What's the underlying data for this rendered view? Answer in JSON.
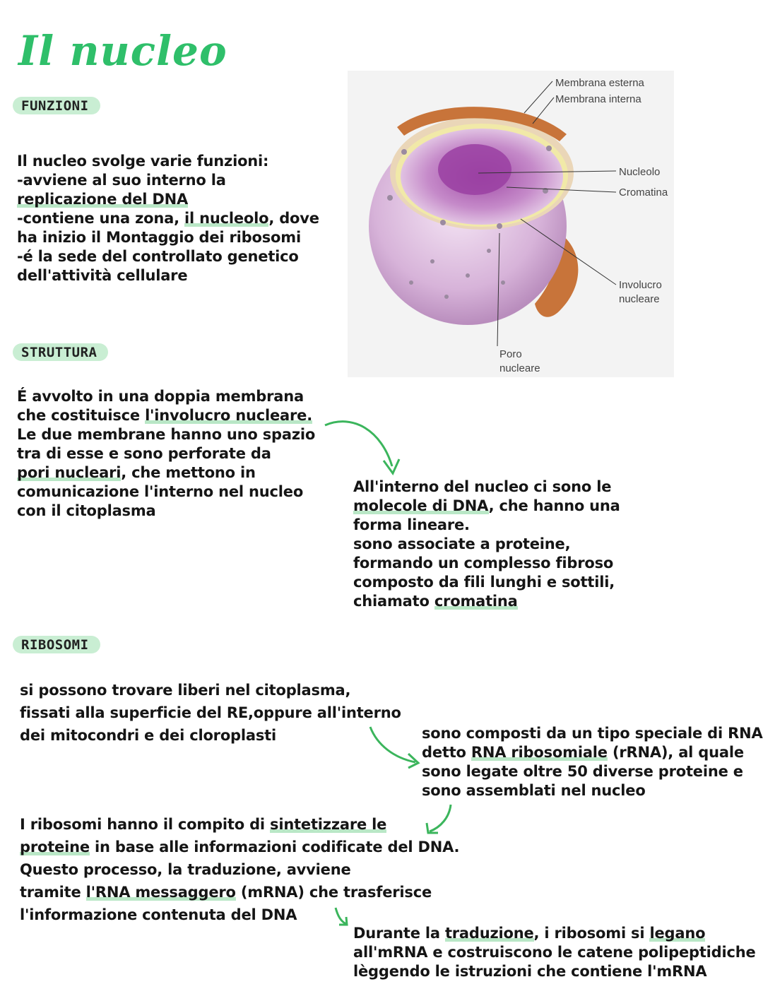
{
  "title": "Il nucleo",
  "sections": {
    "funzioni": "FUNZIONI",
    "struttura": "STRUTTURA",
    "ribosomi": "RIBOSOMI"
  },
  "funzioni_text": {
    "l1": "Il nucleo svolge varie funzioni:",
    "l2": "-avviene al suo interno la",
    "l3": "replicazione del DNA",
    "l4a": "-contiene una zona, ",
    "l4b": "il nucleolo",
    "l4c": ", dove",
    "l5": "ha inizio il  Montaggio dei ribosomi",
    "l6": "-é la sede del controllato genetico",
    "l7": " dell'attività cellulare"
  },
  "figure_labels": {
    "membrana_esterna": "Membrana esterna",
    "membrana_interna": "Membrana interna",
    "nucleolo": "Nucleolo",
    "cromatina": "Cromatina",
    "involucro_1": "Involucro",
    "involucro_2": "nucleare",
    "poro_1": "Poro",
    "poro_2": "nucleare"
  },
  "struttura_text": {
    "l1": "É avvolto in una doppia membrana",
    "l2a": "che costituisce ",
    "l2b": "l'involucro nucleare.",
    "l3": "Le due membrane hanno uno spazio",
    "l4": "tra di esse e sono perforate da",
    "l5a": "pori nucleari",
    "l5b": ", che mettono in",
    "l6": "comunicazione  l'interno nel nucleo",
    "l7": "con il citoplasma"
  },
  "dna_text": {
    "l1": "All'interno del nucleo ci sono le",
    "l2a": "molecole di DNA",
    "l2b": ", che hanno una",
    "l3": "forma lineare.",
    "l4": "sono associate a proteine,",
    "l5": "formando un complesso fibroso",
    "l6": "composto da fili lunghi e sottili,",
    "l7a": "chiamato ",
    "l7b": "cromatina"
  },
  "ribosomi_text": {
    "l1": "si possono trovare liberi nel citoplasma,",
    "l2": "fissati alla superficie del RE,oppure all'interno",
    "l3": "dei mitocondri e dei cloroplasti"
  },
  "rrna_text": {
    "l1": "sono composti da un tipo speciale di RNA,",
    "l2a": "detto ",
    "l2b": "RNA ribosomiale",
    "l2c": " (rRNA), al quale",
    "l3": "sono legate oltre 50 diverse proteine e",
    "l4": "sono assemblati nel nucleo"
  },
  "sintesi_text": {
    "l1a": " I ribosomi hanno il compito di ",
    "l1b": "sintetizzare le",
    "l2a": "proteine",
    "l2b": " in base alle informazioni codificate del DNA.",
    "l3": "Questo processo, la traduzione, avviene",
    "l4a": "tramite ",
    "l4b": "l'RNA messaggero",
    "l4c": " (mRNA) che trasferisce",
    "l5": "l'informazione contenuta del DNA"
  },
  "traduzione_text": {
    "l1a": "Durante la ",
    "l1b": "traduzione",
    "l1c": ", i ribosomi si ",
    "l1d": "legano",
    "l2": "all'mRNA e costruiscono le catene polipeptidiche",
    "l3": "lèggendo le istruzioni che contiene l'mRNA"
  },
  "colors": {
    "accent": "#2fbf6a",
    "highlight": "#b9e7c6",
    "pill": "#c9eed3"
  }
}
